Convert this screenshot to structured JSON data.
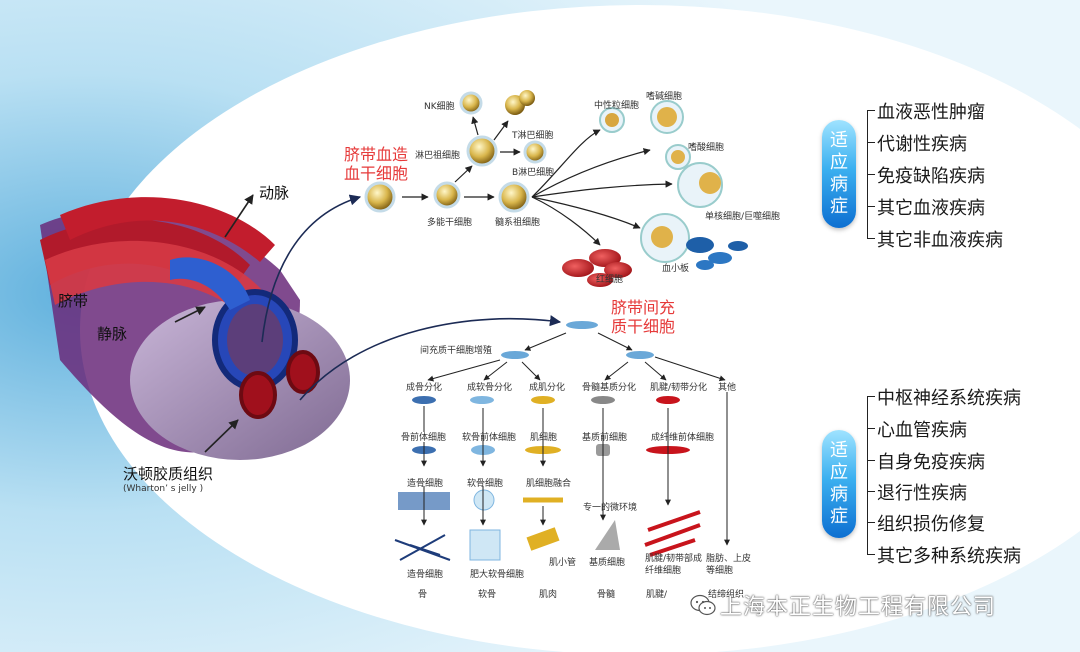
{
  "cord": {
    "artery": "动脉",
    "cord": "脐带",
    "vein": "静脉",
    "wharton": "沃顿胶质组织",
    "wharton_en": "(Wharton’ s jelly )"
  },
  "hsc": {
    "title": "脐带血造血干细胞",
    "nk": "NK细胞",
    "lymphoid": "淋巴祖细胞",
    "t_cell": "T淋巴细胞",
    "b_cell": "B淋巴细胞",
    "multipotent": "多能干细胞",
    "myeloid": "髓系祖细胞",
    "neutrophil": "中性粒细胞",
    "basophil": "嗜碱细胞",
    "eosinophil": "嗜酸细胞",
    "monocyte": "单核细胞/巨噬细胞",
    "rbc": "红细胞",
    "platelet": "血小板"
  },
  "msc": {
    "title": "脐带间充质干细胞",
    "proliferation": "间充质干细胞增殖",
    "c1": {
      "diff": "成骨分化",
      "pre": "骨前体细胞",
      "mid": "造骨细胞",
      "final": "造骨细胞",
      "tissue": "骨"
    },
    "c2": {
      "diff": "成软骨分化",
      "pre": "软骨前体细胞",
      "mid": "软骨细胞",
      "final": "肥大软骨细胞",
      "tissue": "软骨"
    },
    "c3": {
      "diff": "成肌分化",
      "pre": "肌细胞",
      "mid": "肌细胞融合",
      "final": "肌小管",
      "tissue": "肌肉"
    },
    "c4": {
      "diff": "骨髓基质分化",
      "pre": "基质前细胞",
      "mid": "专一的微环境",
      "final": "基质细胞",
      "tissue": "骨髓"
    },
    "c5": {
      "diff": "肌腱/韧带分化",
      "pre": "成纤维前体细胞",
      "final": "肌腱/韧带部成纤维细胞",
      "tissue": "肌腱/"
    },
    "c6": {
      "diff": "其他",
      "final": "脂肪、上皮等细胞",
      "tissue": "结缔组织"
    }
  },
  "indications_top": {
    "badge": [
      "适",
      "应",
      "病",
      "症"
    ],
    "items": [
      "血液恶性肿瘤",
      "代谢性疾病",
      "免疫缺陷疾病",
      "其它血液疾病",
      "其它非血液疾病"
    ]
  },
  "indications_bottom": {
    "badge": [
      "适",
      "应",
      "病",
      "症"
    ],
    "items": [
      "中枢神经系统疾病",
      "心血管疾病",
      "自身免疫疾病",
      "退行性疾病",
      "组织损伤修复",
      "其它多种系统疾病"
    ]
  },
  "watermark": "上海本正生物工程有限公司"
}
